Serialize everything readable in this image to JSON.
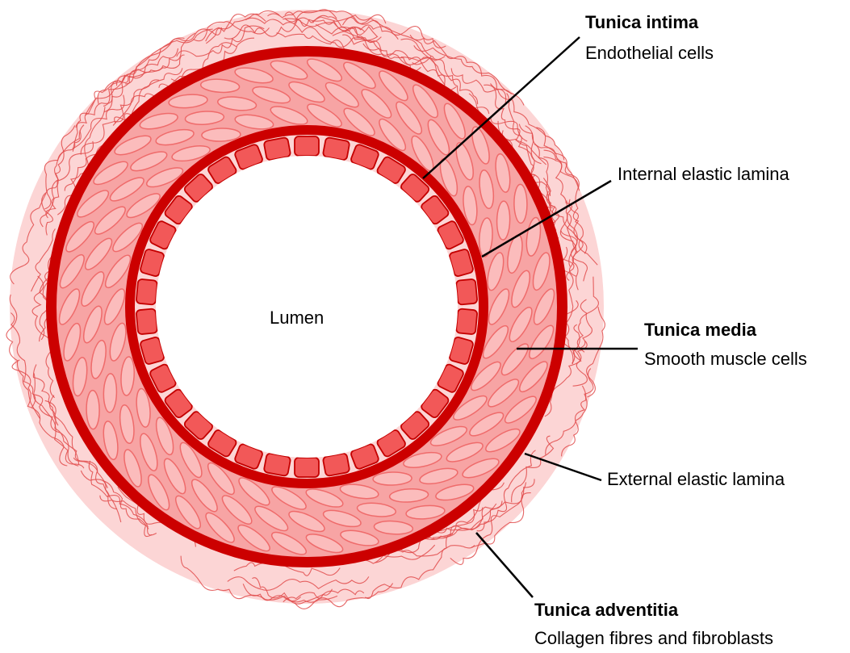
{
  "colors": {
    "adventitia_fill": "#fcd5d5",
    "fibre": "#e04a4a",
    "elastic_lamina": "#cc0000",
    "media_fill": "#f7a4a4",
    "media_cell": "#fbbcbc",
    "media_cell_edge": "#ef6b6b",
    "endothelial_cell": "#f25858",
    "endothelial_edge": "#c40000",
    "lumen": "#ffffff",
    "leader_line": "#000000"
  },
  "labels": {
    "lumen": "Lumen",
    "intima_title": "Tunica intima",
    "intima_sub": "Endothelial cells",
    "internal_lamina": "Internal elastic lamina",
    "media_title": "Tunica media",
    "media_sub": "Smooth muscle cells",
    "external_lamina": "External elastic lamina",
    "adventitia_title": "Tunica adventitia",
    "adventitia_sub": "Collagen fibres and fibroblasts"
  },
  "layers": [
    {
      "name": "Tunica adventitia",
      "component": "Collagen fibres and fibroblasts"
    },
    {
      "name": "External elastic lamina"
    },
    {
      "name": "Tunica media",
      "component": "Smooth muscle cells"
    },
    {
      "name": "Internal elastic lamina"
    },
    {
      "name": "Tunica intima",
      "component": "Endothelial cells"
    },
    {
      "name": "Lumen"
    }
  ]
}
